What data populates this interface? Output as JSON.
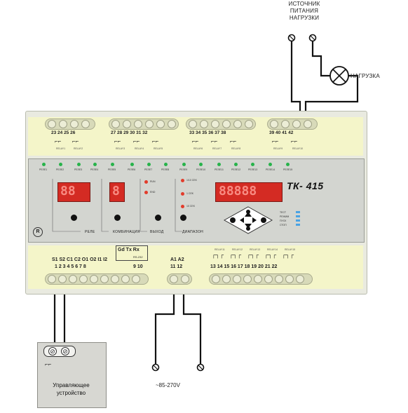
{
  "labels": {
    "source": [
      "ИСТОЧНИК",
      "ПИТАНИЯ",
      "НАГРУЗКИ"
    ],
    "load": "НАГРУЗКА",
    "supply": "~85-270V",
    "control_device": [
      "Управляющее",
      "устройство"
    ]
  },
  "device": {
    "model": "ТК- 415",
    "top_terminals": [
      {
        "nums": "23 24 25 26",
        "relays": [
          "RELAY1",
          "RELAY2"
        ]
      },
      {
        "nums": "27 28 29 30 31 32",
        "relays": [
          "RELAY3",
          "RELAY4",
          "RELAY5"
        ]
      },
      {
        "nums": "33 34 35 36 37 38",
        "relays": [
          "RELAY6",
          "RELAY7",
          "RELAY8"
        ]
      },
      {
        "nums": "39 40 41 42",
        "relays": [
          "RELAY9",
          "RELAY10"
        ]
      }
    ],
    "relay_leds": [
      "РЕЛЕ1",
      "РЕЛЕ2",
      "РЕЛЕ3",
      "РЕЛЕ4",
      "РЕЛЕ5",
      "РЕЛЕ6",
      "РЕЛЕ7",
      "РЕЛЕ8",
      "РЕЛЕ9",
      "РЕЛЕ10",
      "РЕЛЕ11",
      "РЕЛЕ12",
      "РЕЛЕ13",
      "РЕЛЕ14",
      "РЕЛЕ15"
    ],
    "sections": {
      "relay": "РЕЛЕ",
      "combination": "КОМБИНАЦИЯ",
      "output": "ВЫХОД",
      "range": "ДИАПАЗОН"
    },
    "output_leds": [
      "RUN",
      "END"
    ],
    "range_leds": [
      "1/10 СЕК",
      "1 СЕК",
      "10 СЕК"
    ],
    "modes": [
      "ТЕСТ",
      "РЕЖИМ",
      "ПУСК",
      "СТОП"
    ],
    "bottom": {
      "left_names": "S1 S2 C1 C2 O1 O2 I1 I2",
      "left_nums": "1  2  3  4  5  6  7  8",
      "bus": "Gd Tx Rx",
      "bus_nums": "9  10",
      "rs": "RS-232",
      "power_names": "A1 A2",
      "power_nums": "11 12",
      "right_nums": "13 14 15 16 17 18 19 20 21 22",
      "right_relays": [
        "RELAY11",
        "RELAY12",
        "RELAY13",
        "RELAY14",
        "RELAY15"
      ]
    }
  },
  "colors": {
    "led_green": "#27b34a",
    "led_red": "#e23c2b",
    "display_red": "#d42b23",
    "mode_blue": "#4aa3e4",
    "terminal_yellow": "#f4f5c9"
  }
}
